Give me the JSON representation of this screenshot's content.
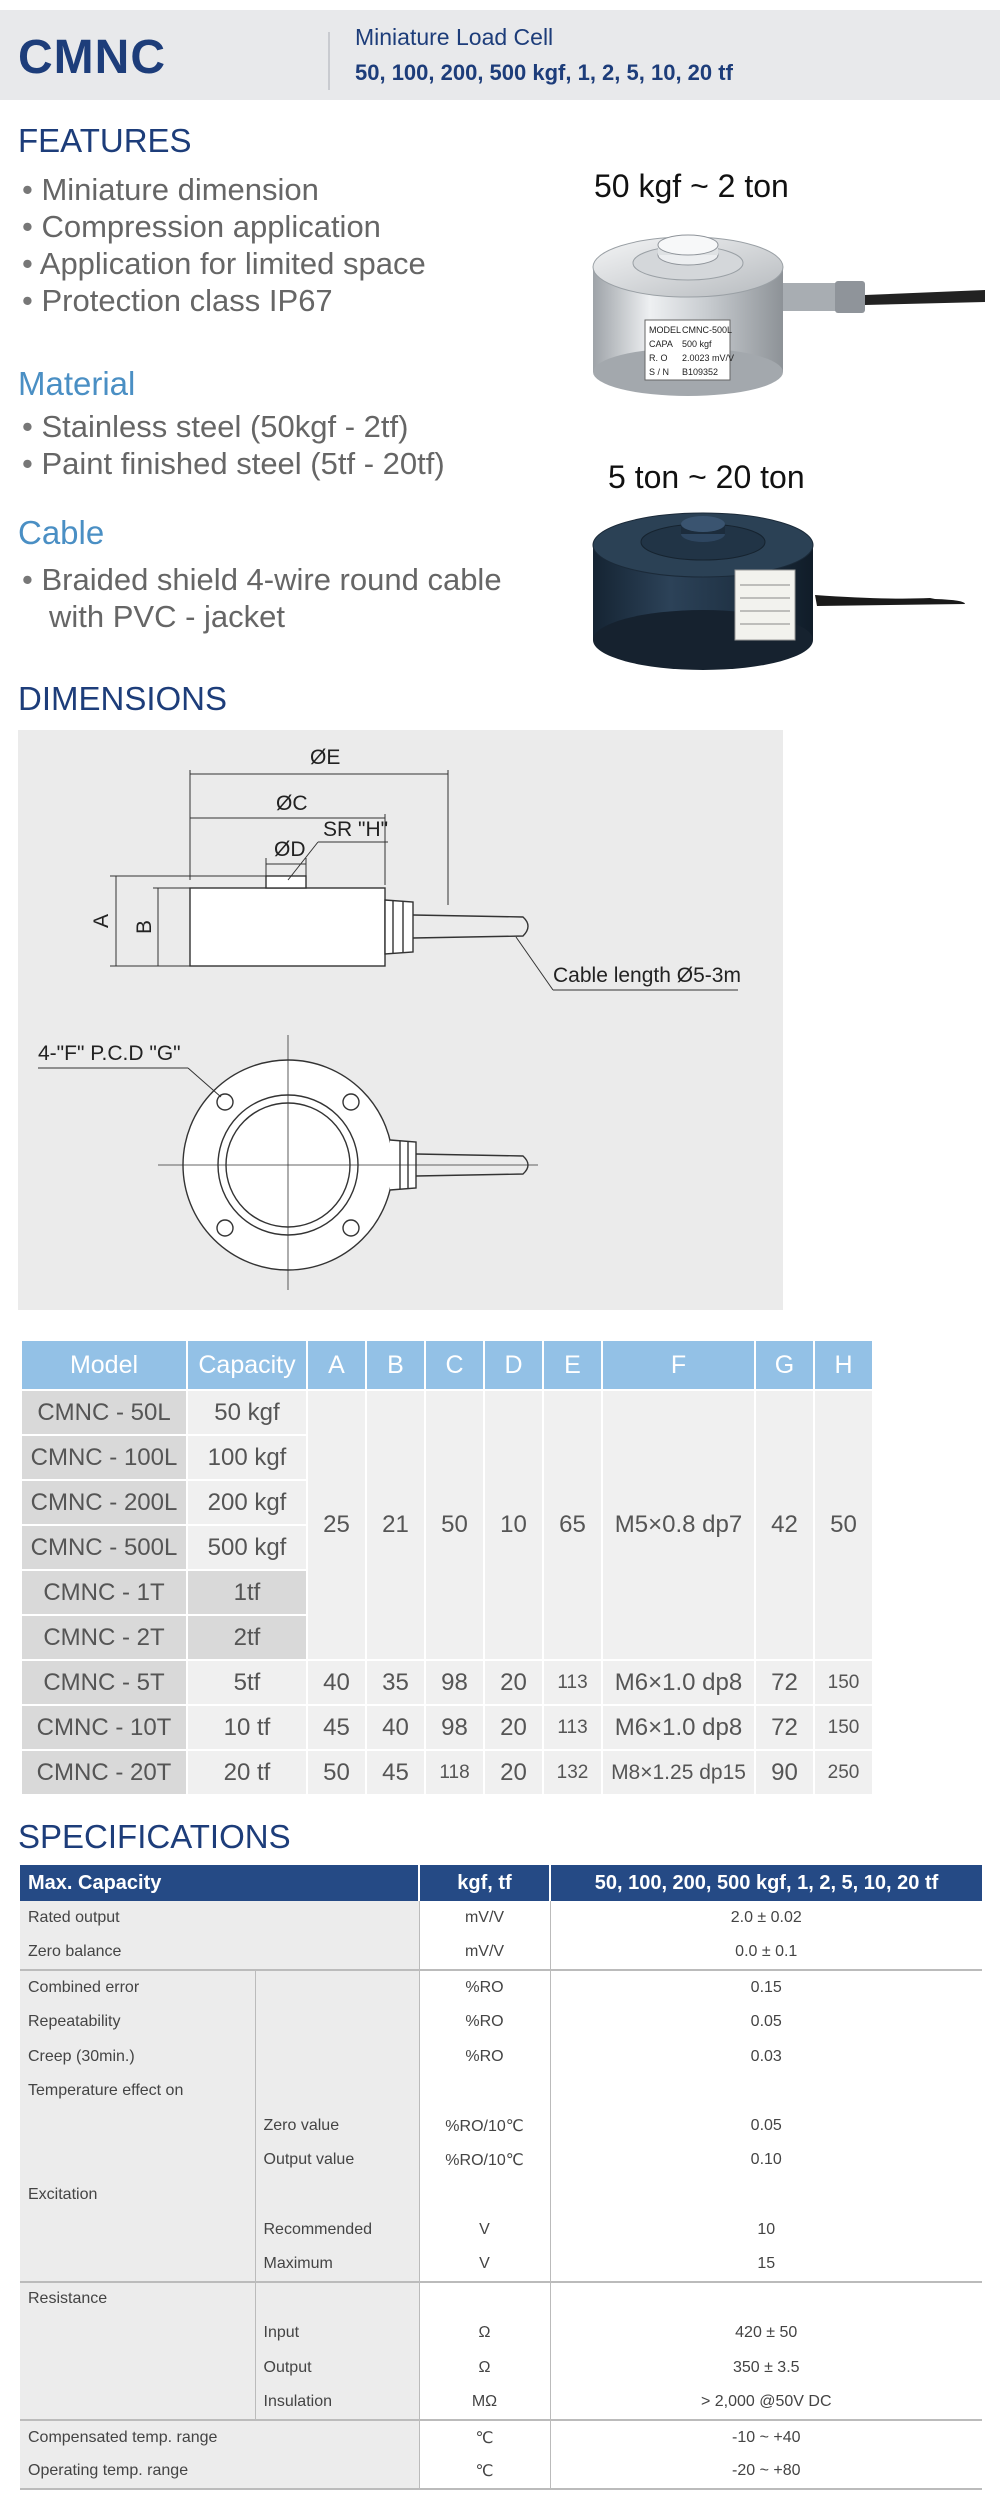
{
  "header": {
    "model": "CMNC",
    "subtitle": "Miniature Load Cell",
    "capacities": "50, 100, 200, 500 kgf, 1, 2, 5, 10, 20 tf"
  },
  "features": {
    "title": "FEATURES",
    "items": [
      "Miniature dimension",
      "Compression application",
      "Application for limited space",
      "Protection class IP67"
    ]
  },
  "material": {
    "title": "Material",
    "items": [
      "Stainless steel (50kgf - 2tf)",
      "Paint finished steel (5tf - 20tf)"
    ]
  },
  "cable": {
    "title": "Cable",
    "line1": "Braided shield 4-wire round cable",
    "line2": "with PVC - jacket"
  },
  "photos": {
    "label_small": "50 kgf ~ 2 ton",
    "label_large": "5 ton ~ 20 ton",
    "plate": {
      "r1l": "MODEL",
      "r1v": "CMNC-500L",
      "r2l": "CAPA",
      "r2v": "500 kgf",
      "r3l": "R. O",
      "r3v": "2.0023 mV/V",
      "r4l": "S / N",
      "r4v": "B109352"
    }
  },
  "dimensions": {
    "title": "DIMENSIONS",
    "labels": {
      "e": "ØE",
      "c": "ØC",
      "d": "ØD",
      "sr": "SR \"H\"",
      "a": "A",
      "b": "B",
      "cable": "Cable length Ø5-3m",
      "pcd": "4-\"F\" P.C.D \"G\""
    }
  },
  "dim_table": {
    "headers": [
      "Model",
      "Capacity",
      "A",
      "B",
      "C",
      "D",
      "E",
      "F",
      "G",
      "H"
    ],
    "group_rows": [
      {
        "model": "CMNC - 50L",
        "capacity": "50 kgf"
      },
      {
        "model": "CMNC - 100L",
        "capacity": "100 kgf"
      },
      {
        "model": "CMNC - 200L",
        "capacity": "200 kgf"
      },
      {
        "model": "CMNC - 500L",
        "capacity": "500 kgf"
      },
      {
        "model": "CMNC - 1T",
        "capacity": "1tf"
      },
      {
        "model": "CMNC - 2T",
        "capacity": "2tf"
      }
    ],
    "group_values": {
      "a": "25",
      "b": "21",
      "c": "50",
      "d": "10",
      "e": "65",
      "f": "M5×0.8 dp7",
      "g": "42",
      "h": "50"
    },
    "rows": [
      {
        "model": "CMNC - 5T",
        "capacity": "5tf",
        "a": "40",
        "b": "35",
        "c": "98",
        "d": "20",
        "e": "113",
        "f": "M6×1.0 dp8",
        "g": "72",
        "h": "150"
      },
      {
        "model": "CMNC - 10T",
        "capacity": "10 tf",
        "a": "45",
        "b": "40",
        "c": "98",
        "d": "20",
        "e": "113",
        "f": "M6×1.0 dp8",
        "g": "72",
        "h": "150"
      },
      {
        "model": "CMNC - 20T",
        "capacity": "20 tf",
        "a": "50",
        "b": "45",
        "c": "118",
        "d": "20",
        "e": "132",
        "f": "M8×1.25 dp15",
        "g": "90",
        "h": "250"
      }
    ]
  },
  "specs": {
    "title": "SPECIFICATIONS",
    "header": [
      "Max. Capacity",
      "kgf, tf",
      "50, 100, 200, 500 kgf, 1, 2, 5, 10, 20 tf"
    ],
    "rows": [
      {
        "name": "Rated output",
        "sub": "",
        "unit": "mV/V",
        "value": "2.0 ± 0.02"
      },
      {
        "name": "Zero balance",
        "sub": "",
        "unit": "mV/V",
        "value": "0.0 ± 0.1"
      },
      {
        "name": "Combined error",
        "sub": "",
        "unit": "%RO",
        "value": "0.15"
      },
      {
        "name": "Repeatability",
        "sub": "",
        "unit": "%RO",
        "value": "0.05"
      },
      {
        "name": "Creep (30min.)",
        "sub": "",
        "unit": "%RO",
        "value": "0.03"
      },
      {
        "name": "Temperature effect on",
        "sub": "",
        "unit": "",
        "value": ""
      },
      {
        "name": "",
        "sub": "Zero value",
        "unit": "%RO/10℃",
        "value": "0.05"
      },
      {
        "name": "",
        "sub": "Output  value",
        "unit": "%RO/10℃",
        "value": "0.10"
      },
      {
        "name": "Excitation",
        "sub": "",
        "unit": "",
        "value": ""
      },
      {
        "name": "",
        "sub": "Recommended",
        "unit": "V",
        "value": "10"
      },
      {
        "name": "",
        "sub": "Maximum",
        "unit": "V",
        "value": "15"
      },
      {
        "name": "Resistance",
        "sub": "",
        "unit": "",
        "value": ""
      },
      {
        "name": "",
        "sub": "Input",
        "unit": "Ω",
        "value": "420 ± 50"
      },
      {
        "name": "",
        "sub": "Output",
        "unit": "Ω",
        "value": "350 ± 3.5"
      },
      {
        "name": "",
        "sub": "Insulation",
        "unit": "MΩ",
        "value": "> 2,000 @50V DC"
      },
      {
        "name": "Compensated temp. range",
        "sub": "",
        "unit": "℃",
        "value": "-10 ~ +40"
      },
      {
        "name": "Operating temp. range",
        "sub": "",
        "unit": "℃",
        "value": "-20 ~ +80"
      }
    ]
  }
}
